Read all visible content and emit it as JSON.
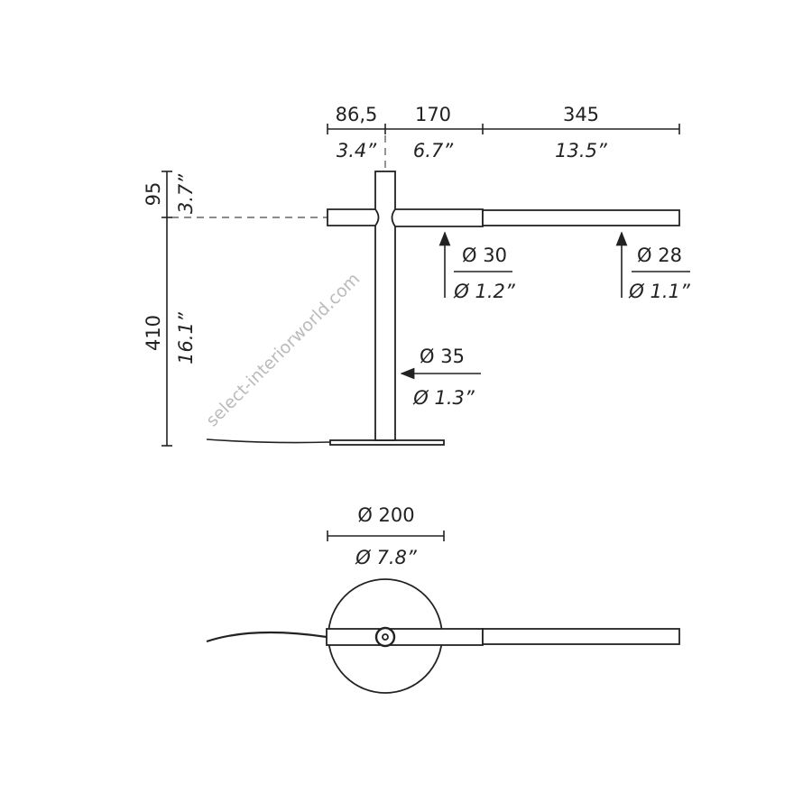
{
  "dimensions": {
    "top": [
      {
        "mm": "86,5",
        "inch": "3.4”"
      },
      {
        "mm": "170",
        "inch": "6.7”"
      },
      {
        "mm": "345",
        "inch": "13.5”"
      }
    ],
    "vertical": [
      {
        "mm": "95",
        "inch": "3.7”"
      },
      {
        "mm": "410",
        "inch": "16.1”"
      }
    ],
    "arm_inner_diameter": {
      "mm": "Ø 30",
      "inch": "Ø 1.2”"
    },
    "arm_outer_diameter": {
      "mm": "Ø 28",
      "inch": "Ø 1.1”"
    },
    "stem_diameter": {
      "mm": "Ø 35",
      "inch": "Ø 1.3”"
    },
    "base_diameter": {
      "mm": "Ø 200",
      "inch": "Ø 7.8”"
    }
  },
  "watermark": "select-interiorworld.com"
}
